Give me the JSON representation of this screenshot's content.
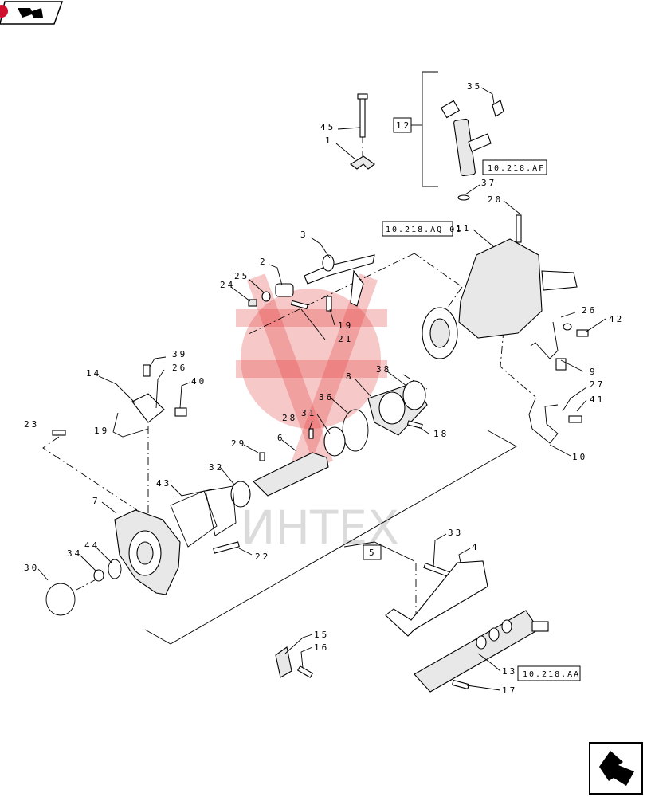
{
  "callouts": [
    {
      "id": "c45",
      "text": "45"
    },
    {
      "id": "c1",
      "text": "1"
    },
    {
      "id": "c12",
      "text": "12"
    },
    {
      "id": "c35",
      "text": "35"
    },
    {
      "id": "c37",
      "text": "37"
    },
    {
      "id": "c20",
      "text": "20"
    },
    {
      "id": "c11",
      "text": "11"
    },
    {
      "id": "c3",
      "text": "3"
    },
    {
      "id": "c2",
      "text": "2"
    },
    {
      "id": "c25",
      "text": "25"
    },
    {
      "id": "c24",
      "text": "24"
    },
    {
      "id": "c19a",
      "text": "19"
    },
    {
      "id": "c21",
      "text": "21"
    },
    {
      "id": "c26a",
      "text": "26"
    },
    {
      "id": "c42",
      "text": "42"
    },
    {
      "id": "c9",
      "text": "9"
    },
    {
      "id": "c39",
      "text": "39"
    },
    {
      "id": "c26b",
      "text": "26"
    },
    {
      "id": "c14",
      "text": "14"
    },
    {
      "id": "c40",
      "text": "40"
    },
    {
      "id": "c19b",
      "text": "19"
    },
    {
      "id": "c23",
      "text": "23"
    },
    {
      "id": "c8",
      "text": "8"
    },
    {
      "id": "c38",
      "text": "38"
    },
    {
      "id": "c36",
      "text": "36"
    },
    {
      "id": "c18",
      "text": "18"
    },
    {
      "id": "c28",
      "text": "28"
    },
    {
      "id": "c31",
      "text": "31"
    },
    {
      "id": "c6",
      "text": "6"
    },
    {
      "id": "c29",
      "text": "29"
    },
    {
      "id": "c32",
      "text": "32"
    },
    {
      "id": "c43",
      "text": "43"
    },
    {
      "id": "c7",
      "text": "7"
    },
    {
      "id": "c27",
      "text": "27"
    },
    {
      "id": "c41",
      "text": "41"
    },
    {
      "id": "c10",
      "text": "10"
    },
    {
      "id": "c22",
      "text": "22"
    },
    {
      "id": "c5",
      "text": "5"
    },
    {
      "id": "c34",
      "text": "34"
    },
    {
      "id": "c44",
      "text": "44"
    },
    {
      "id": "c30",
      "text": "30"
    },
    {
      "id": "c33",
      "text": "33"
    },
    {
      "id": "c4",
      "text": "4"
    },
    {
      "id": "c15",
      "text": "15"
    },
    {
      "id": "c16",
      "text": "16"
    },
    {
      "id": "c13",
      "text": "13"
    },
    {
      "id": "c17",
      "text": "17"
    }
  ],
  "references": {
    "injector_ref": "10.218.AF",
    "pump_ref": "10.218.AQ 01",
    "rail_ref": "10.218.AA"
  },
  "watermark": {
    "text": "ИНТЕХ",
    "color": "#e23a3a"
  },
  "nav": {
    "prev_icon": "arrow-left-icon",
    "next_icon": "arrow-right-icon"
  }
}
